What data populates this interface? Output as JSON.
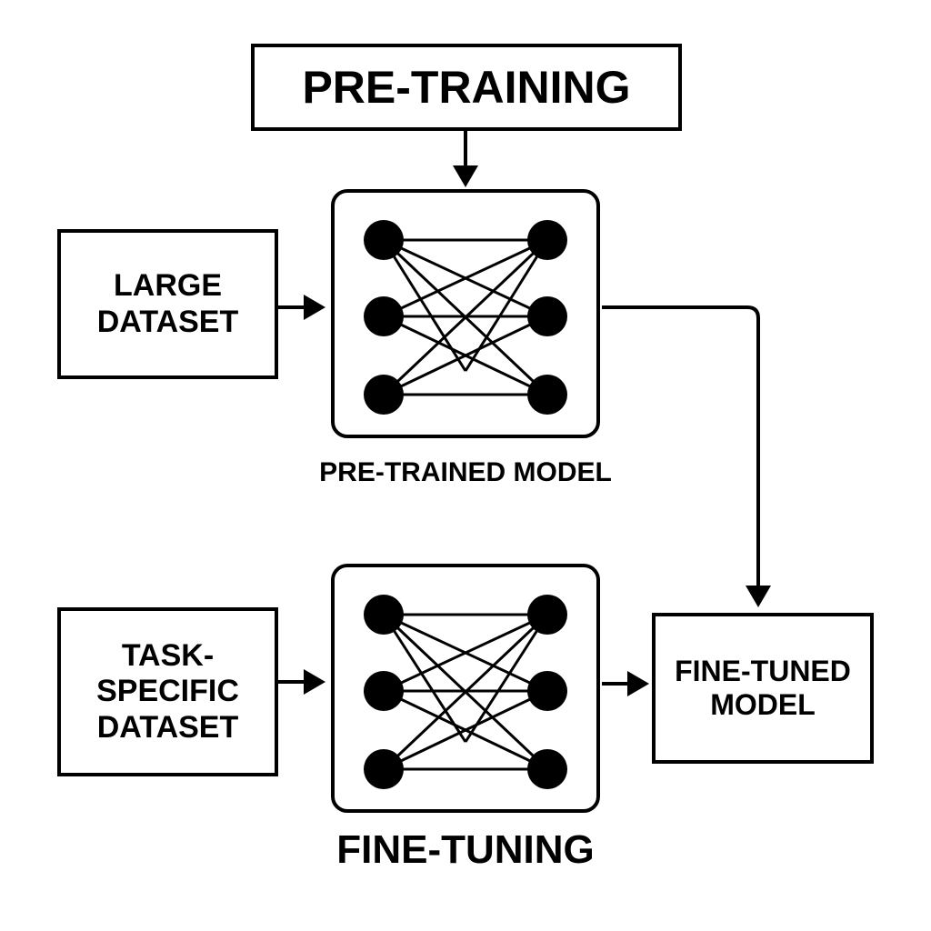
{
  "diagram": {
    "pretraining_title": "PRE-TRAINING",
    "large_dataset": [
      "LARGE",
      "DATASET"
    ],
    "pretrained_caption": "PRE-TRAINED MODEL",
    "task_dataset": [
      "TASK-",
      "SPECIFIC",
      "DATASET"
    ],
    "finetuning_caption": "FINE-TUNING",
    "finetuned_model": [
      "FINE-TUNED",
      "MODEL"
    ]
  },
  "colors": {
    "stroke": "#000000",
    "background": "#ffffff"
  },
  "icons": {
    "network": "neural-network-icon",
    "arrow": "arrow-icon"
  }
}
